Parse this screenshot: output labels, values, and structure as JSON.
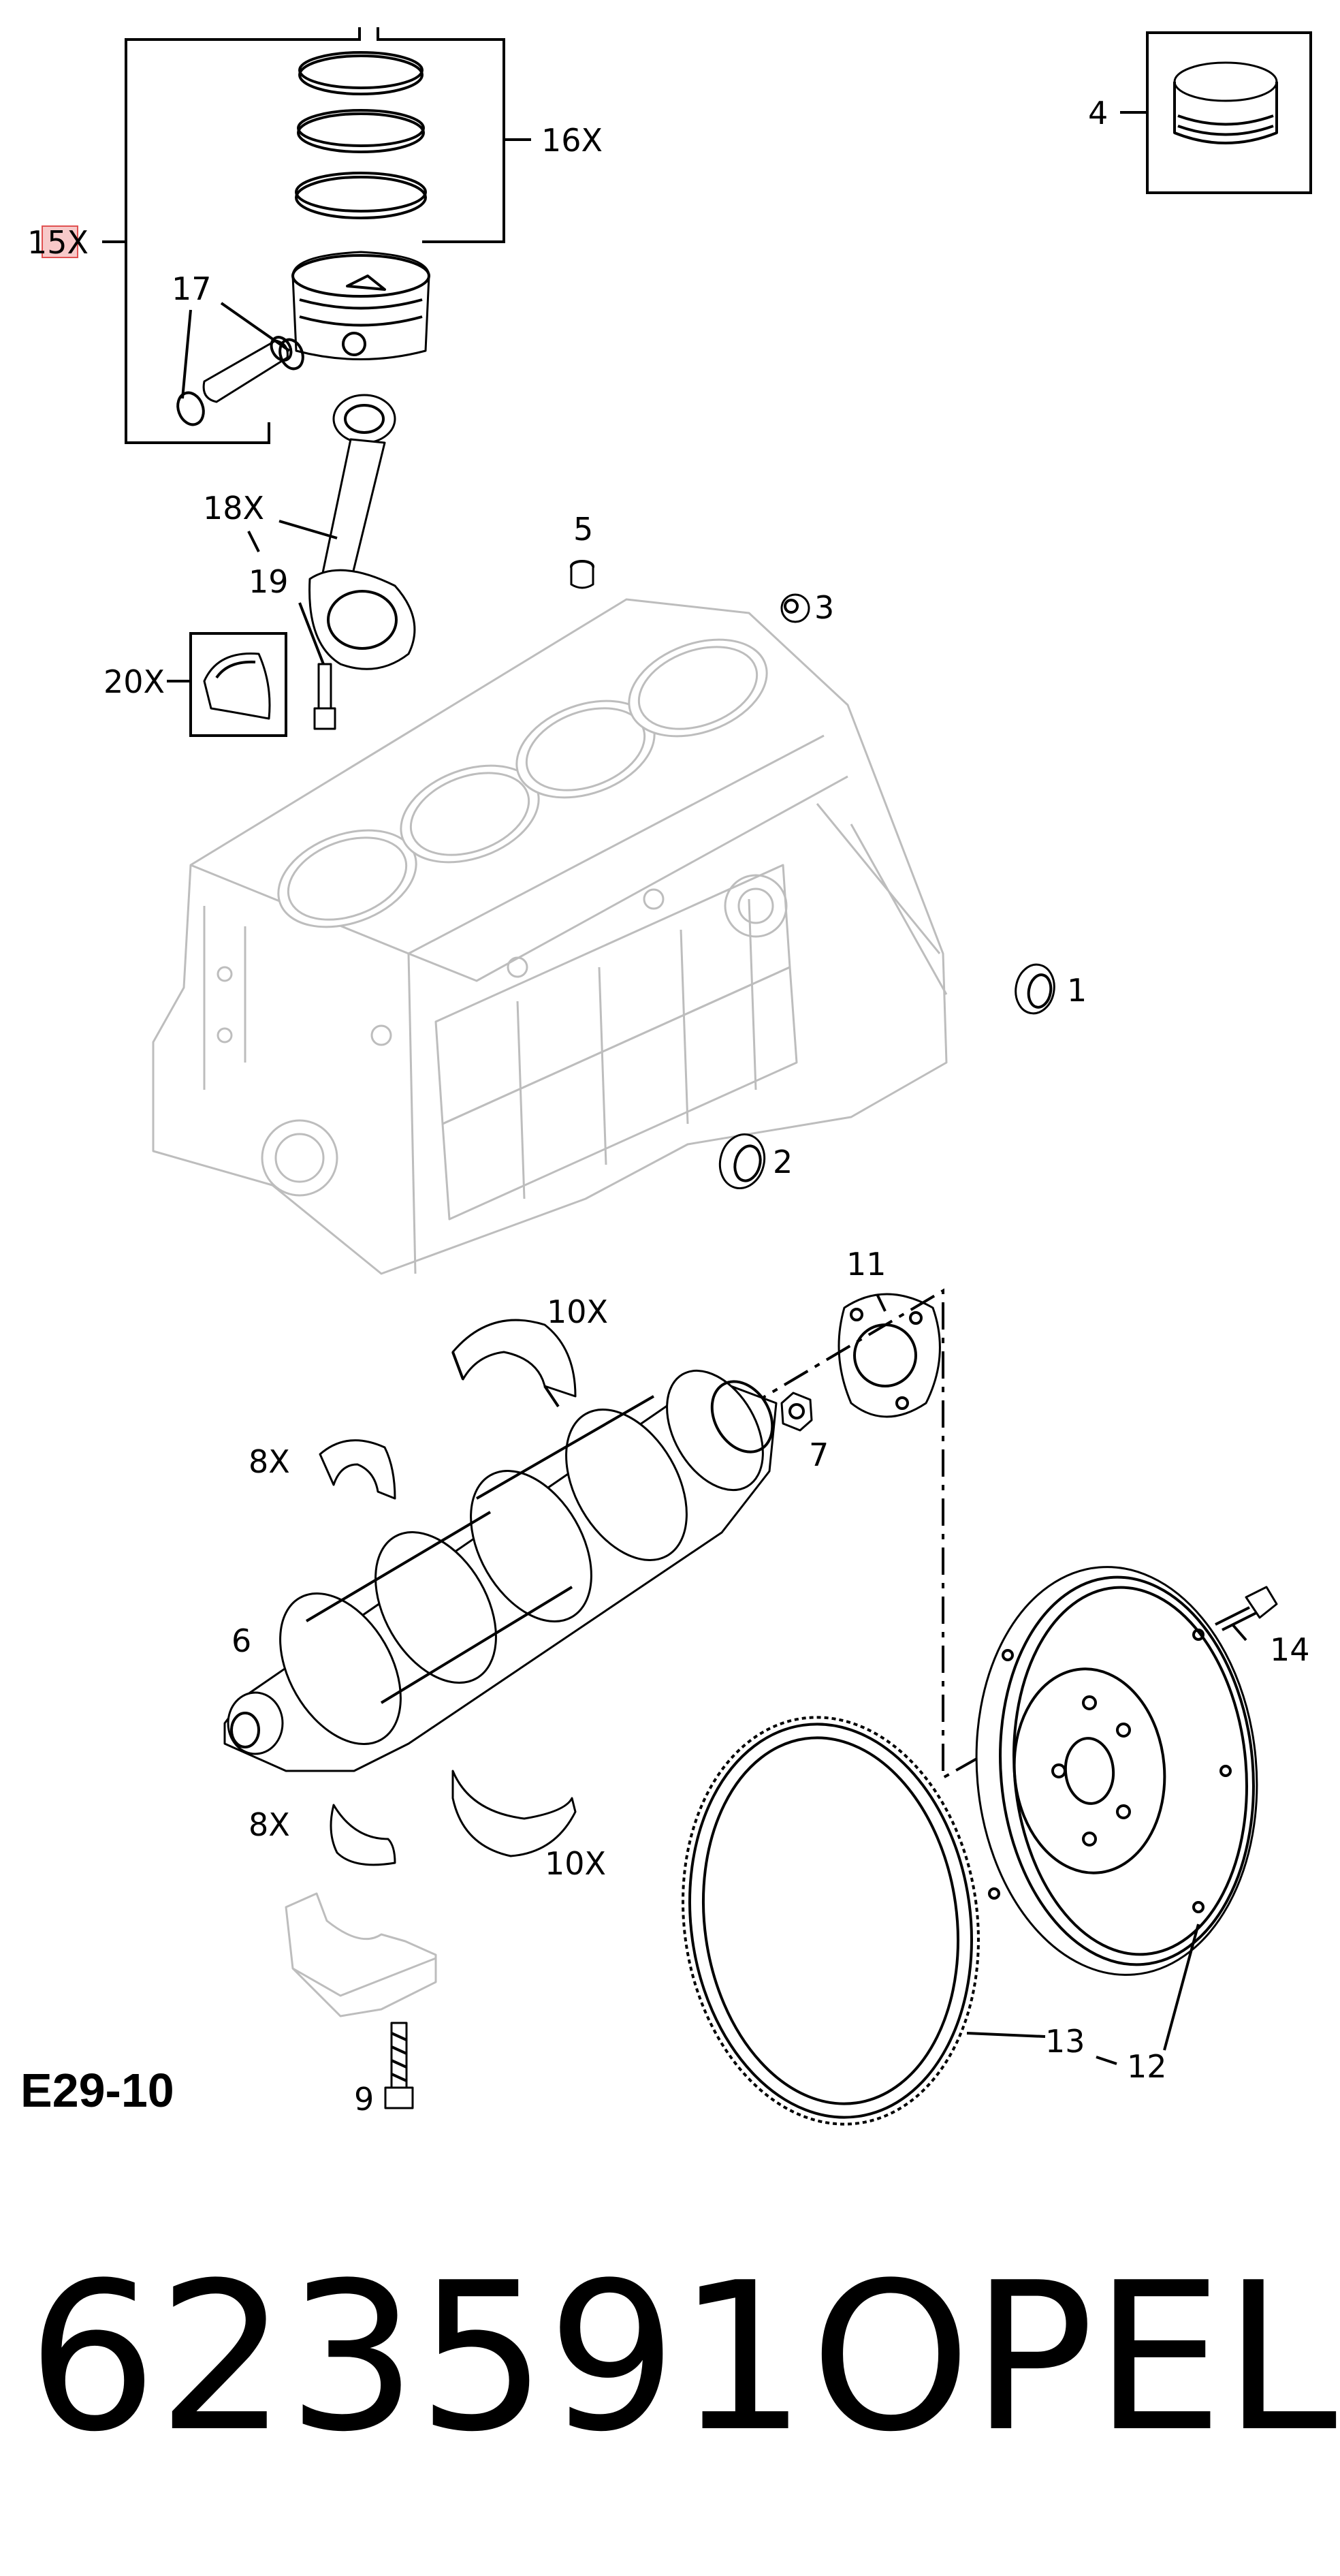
{
  "diagram": {
    "callouts": {
      "c15": "15X",
      "c16": "16X",
      "c17": "17",
      "c4": "4",
      "c18": "18X",
      "c5": "5",
      "c3": "3",
      "c19": "19",
      "c20": "20X",
      "c1": "1",
      "c2": "2",
      "c11": "11",
      "c10a": "10X",
      "c7": "7",
      "c8a": "8X",
      "c6": "6",
      "c14": "14",
      "c8b": "8X",
      "c10b": "10X",
      "c13": "13",
      "c12": "12",
      "c9": "9"
    },
    "reference": "E29-10"
  },
  "footer": {
    "part_number": "623591",
    "brand": "OPEL"
  },
  "colors": {
    "line": "#000000",
    "engine_block": "#bdbdbd",
    "highlight": "#f7c9c9"
  }
}
